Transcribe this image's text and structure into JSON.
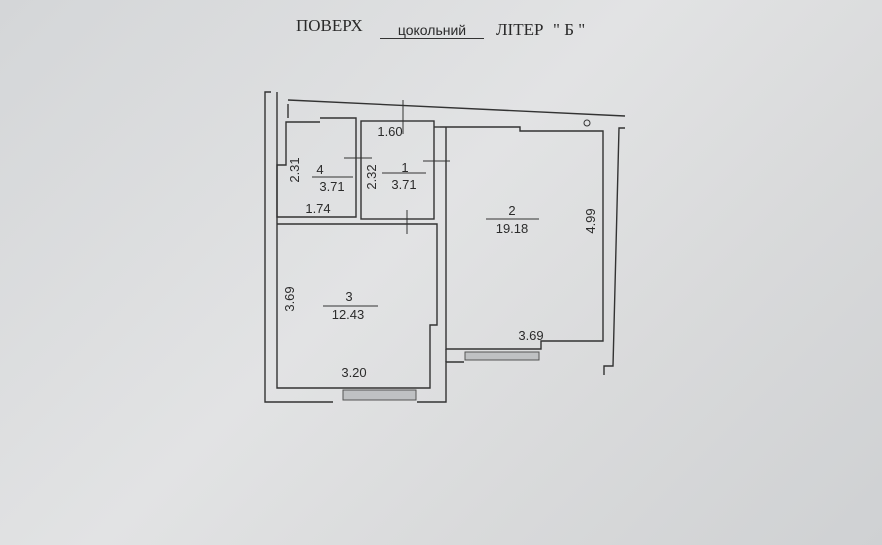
{
  "header": {
    "floor_label": "ПОВЕРХ",
    "floor_value": "цокольний",
    "letter_label": "ЛІТЕР",
    "letter_value": "\" Б \""
  },
  "rooms": [
    {
      "number": "1",
      "area": "3.71",
      "dims": [
        "1.60",
        "2.32"
      ]
    },
    {
      "number": "2",
      "area": "19.18",
      "dims": [
        "3.69",
        "4.99"
      ]
    },
    {
      "number": "3",
      "area": "12.43",
      "dims": [
        "3.20",
        "3.69"
      ]
    },
    {
      "number": "4",
      "area": "3.71",
      "dims": [
        "1.74",
        "2.31"
      ]
    }
  ]
}
